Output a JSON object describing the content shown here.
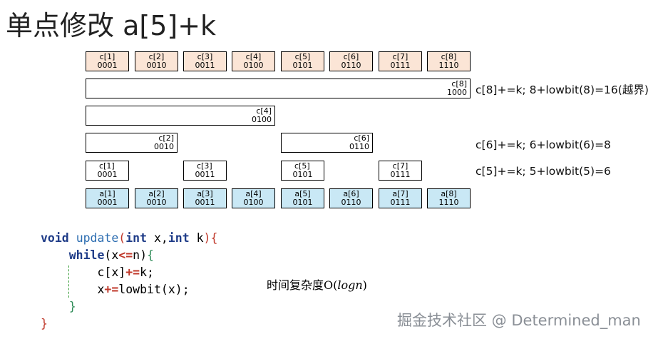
{
  "title": "单点修改 a[5]+k",
  "top_row": [
    {
      "name": "c[1]",
      "bin": "0001"
    },
    {
      "name": "c[2]",
      "bin": "0010"
    },
    {
      "name": "c[3]",
      "bin": "0011"
    },
    {
      "name": "c[4]",
      "bin": "0100"
    },
    {
      "name": "c[5]",
      "bin": "0101"
    },
    {
      "name": "c[6]",
      "bin": "0110"
    },
    {
      "name": "c[7]",
      "bin": "0111"
    },
    {
      "name": "c[8]",
      "bin": "1110"
    }
  ],
  "tree_boxes": {
    "c8": {
      "name": "c[8]",
      "bin": "1000"
    },
    "c4": {
      "name": "c[4]",
      "bin": "0100"
    },
    "c2": {
      "name": "c[2]",
      "bin": "0010"
    },
    "c6": {
      "name": "c[6]",
      "bin": "0110"
    },
    "c1": {
      "name": "c[1]",
      "bin": "0001"
    },
    "c3": {
      "name": "c[3]",
      "bin": "0011"
    },
    "c5": {
      "name": "c[5]",
      "bin": "0101"
    },
    "c7": {
      "name": "c[7]",
      "bin": "0111"
    }
  },
  "a_row": [
    {
      "name": "a[1]",
      "bin": "0001"
    },
    {
      "name": "a[2]",
      "bin": "0010"
    },
    {
      "name": "a[3]",
      "bin": "0011"
    },
    {
      "name": "a[4]",
      "bin": "0100"
    },
    {
      "name": "a[5]",
      "bin": "0101"
    },
    {
      "name": "a[6]",
      "bin": "0110"
    },
    {
      "name": "a[7]",
      "bin": "0111"
    },
    {
      "name": "a[8]",
      "bin": "1110"
    }
  ],
  "notes": {
    "c8": "c[8]+=k;   8+lowbit(8)=16(越界)",
    "c6": "c[6]+=k;   6+lowbit(6)=8",
    "c5": "c[5]+=k;   5+lowbit(5)=6"
  },
  "code": {
    "kw_void": "void",
    "fn_update": "update",
    "p_open": "(",
    "kw_int1": "int",
    "t_x": " x,",
    "kw_int2": "int",
    "t_k": " k",
    "p_close": ")",
    "b_open1": "{",
    "kw_while": "while",
    "w_open": "(",
    "w_x": "x",
    "w_op": "<=",
    "w_n": "n",
    "w_close": ")",
    "b_open2": "{",
    "l3_c": "c[x]",
    "l3_op": "+=",
    "l3_rest": "k;",
    "l4_x": "x",
    "l4_op": "+=",
    "l4_rest": "lowbit(x);",
    "b_close2": "}",
    "b_close1": "}"
  },
  "complexity": {
    "text": "时间复杂度",
    "o": "O(",
    "log": "logn",
    ")": ")"
  },
  "watermark": "掘金技术社区 @ Determined_man",
  "colors": {
    "orange": "#fbe5d6",
    "blue": "#c9e8f5"
  }
}
